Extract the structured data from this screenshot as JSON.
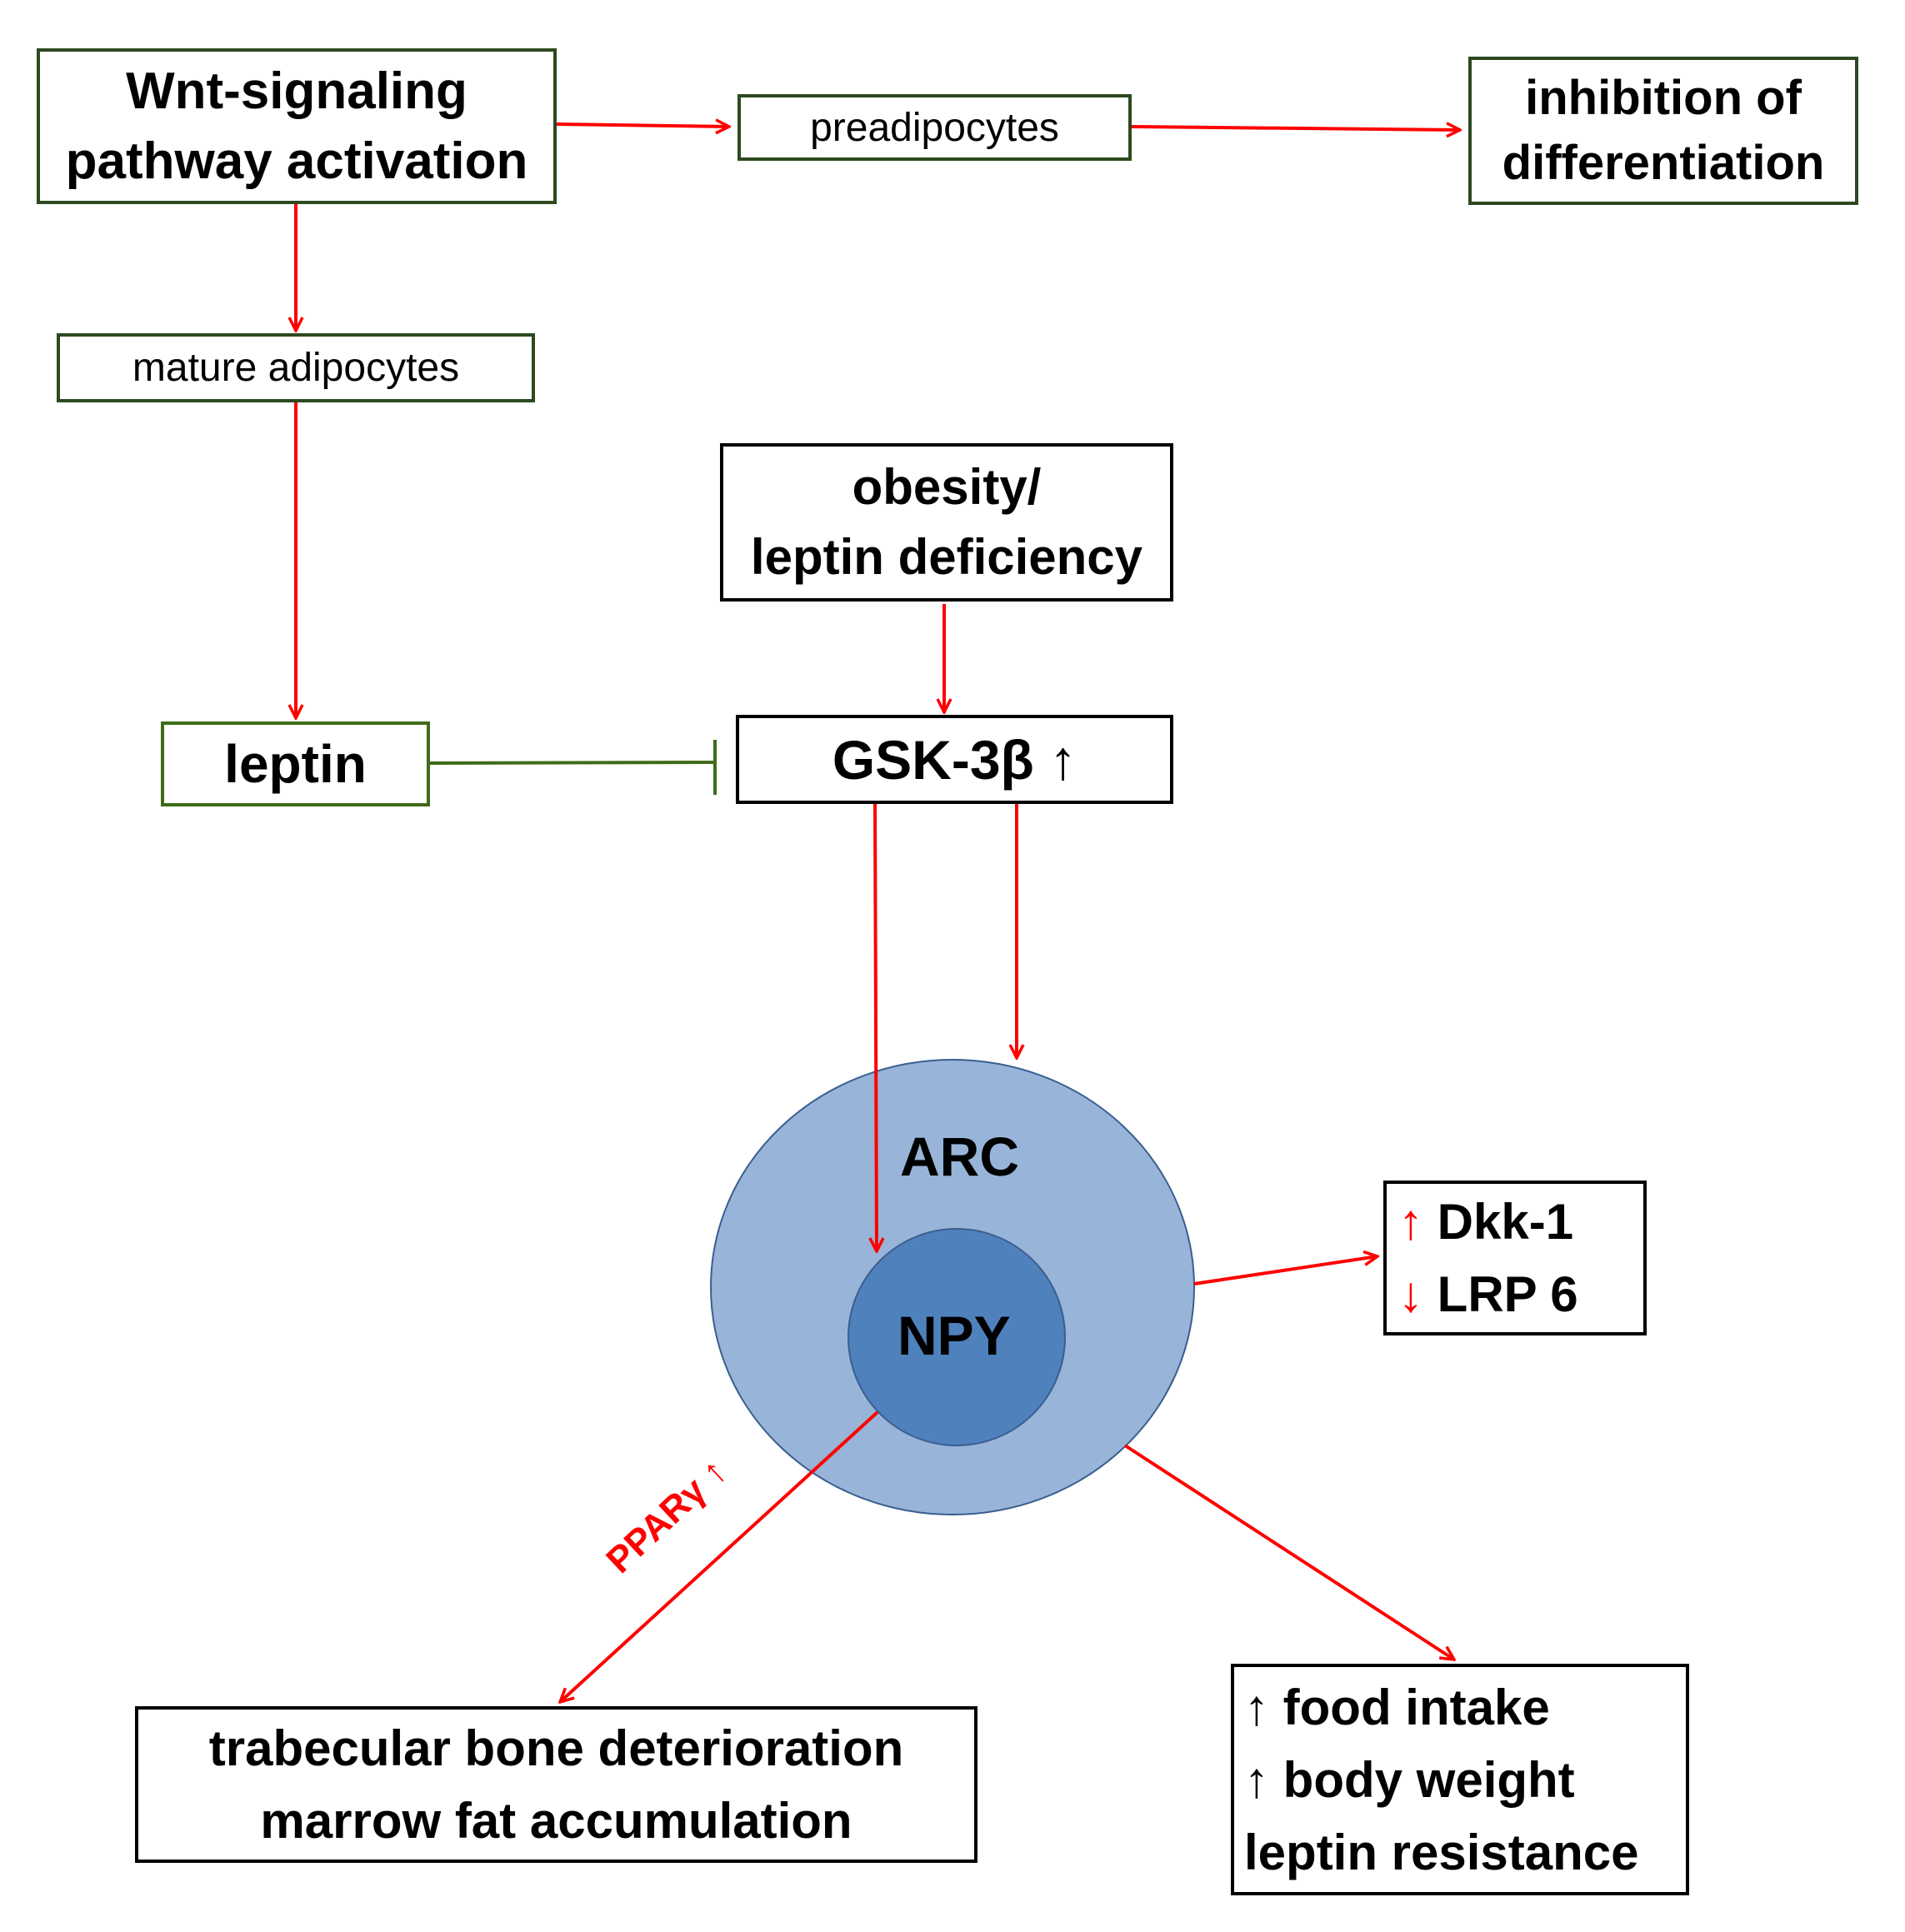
{
  "colors": {
    "arrow": "#ff0000",
    "box_border_green": "#2d4a1f",
    "inhibit": "#3f6b1a",
    "arc_fill": "#98b4d8",
    "npy_fill": "#4f81bd",
    "circle_stroke": "#3a5f8f"
  },
  "nodes": {
    "wnt": [
      "Wnt-signaling",
      "pathway activation"
    ],
    "preadipocytes": "preadipocytes",
    "inhibition": [
      "inhibition of",
      "differentiation"
    ],
    "mature": "mature adipocytes",
    "obesity": [
      "obesity/",
      "leptin deficiency"
    ],
    "leptin": "leptin",
    "gsk": {
      "label": "GSK-3β",
      "arrow": "↑"
    },
    "arc": "ARC",
    "npy": "NPY",
    "dkk": {
      "arrow": "↑",
      "label": "Dkk-1"
    },
    "lrp": {
      "arrow": "↓",
      "label": "LRP 6"
    },
    "bone": [
      "trabecular bone deterioration",
      "marrow fat accumulation"
    ],
    "food": [
      {
        "arrow": "↑",
        "label": "food intake"
      },
      {
        "arrow": "↑",
        "label": "body weight"
      },
      {
        "arrow": "",
        "label": "leptin resistance"
      }
    ]
  },
  "edge_labels": {
    "ppar": "PPARγ ↑"
  }
}
